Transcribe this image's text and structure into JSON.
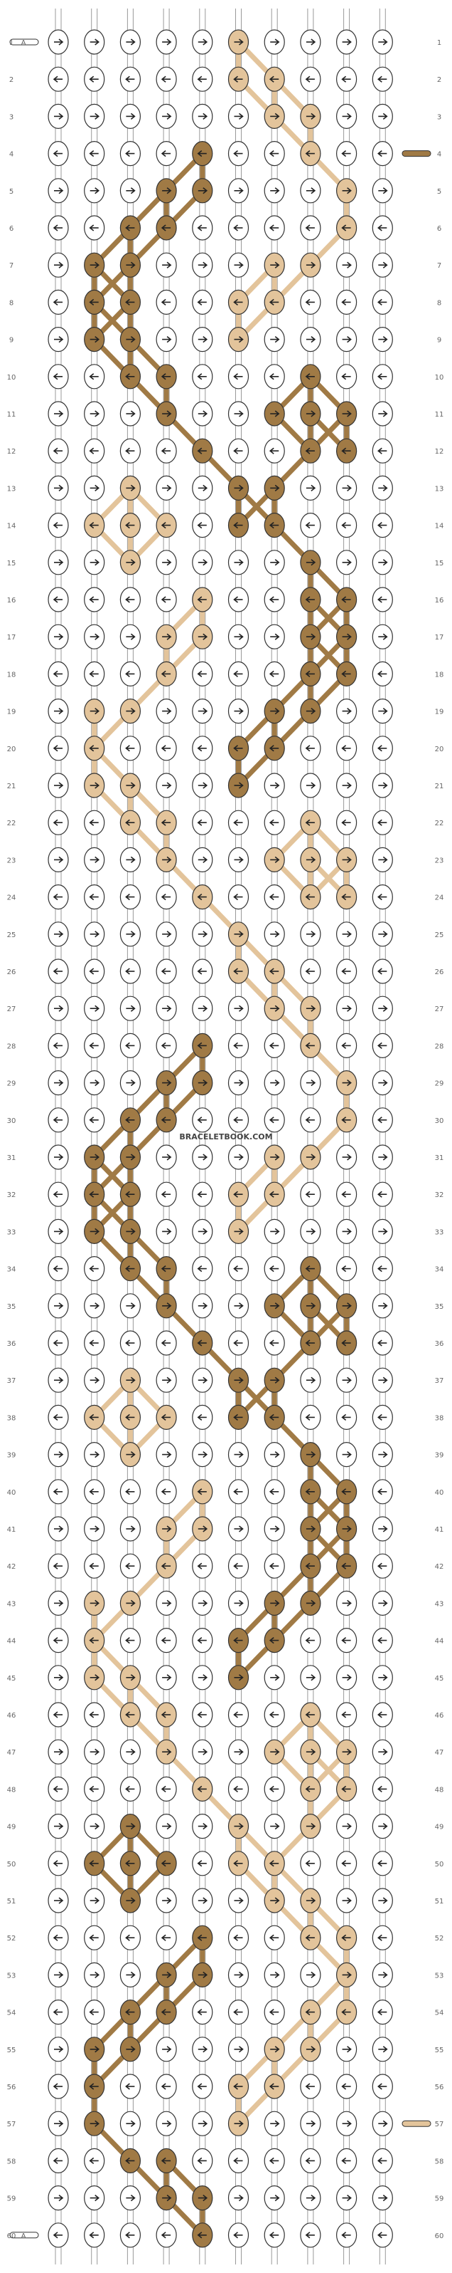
{
  "pattern": {
    "rows": 60,
    "knot_columns": 10,
    "watermark": "BRACELETBOOK.COM",
    "start_label": "A",
    "end_label": "A",
    "row_numbers": [
      "1",
      "2",
      "3",
      "4",
      "5",
      "6",
      "7",
      "8",
      "9",
      "10",
      "11",
      "12",
      "13",
      "14",
      "15",
      "16",
      "17",
      "18",
      "19",
      "20",
      "21",
      "22",
      "23",
      "24",
      "25",
      "26",
      "27",
      "28",
      "29",
      "30",
      "31",
      "32",
      "33",
      "34",
      "35",
      "36",
      "37",
      "38",
      "39",
      "40",
      "41",
      "42",
      "43",
      "44",
      "45",
      "46",
      "47",
      "48",
      "49",
      "50",
      "51",
      "52",
      "53",
      "54",
      "55",
      "56",
      "57",
      "58",
      "59",
      "60"
    ],
    "colors": {
      "background_thread": "#ffffff",
      "light": "#e3c49b",
      "dark": "#a07a45",
      "outline": "#333333",
      "arrow": "#222222"
    },
    "icons": {
      "right_knot": "arrow-right-icon",
      "left_knot": "arrow-left-icon"
    },
    "notes": "Knots use arrows: row-odd knots point right, row-even knots point left; colored knots show light and dark tan strands."
  }
}
